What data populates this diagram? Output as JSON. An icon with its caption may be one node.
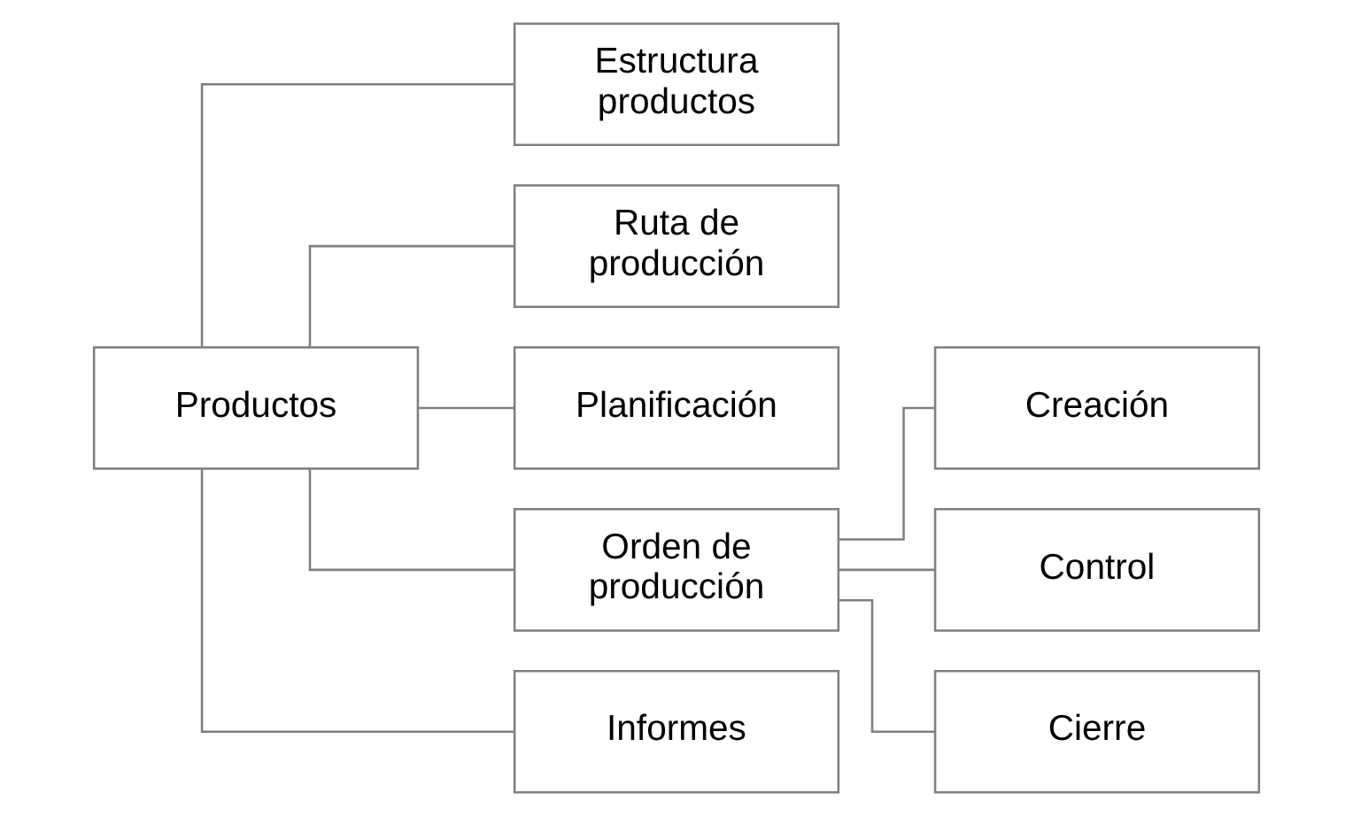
{
  "diagram": {
    "nodes": [
      {
        "text": [
          "Productos"
        ]
      },
      {
        "text": [
          "Estructura productos"
        ]
      },
      {
        "text": [
          "Ruta de producción"
        ]
      },
      {
        "text": [
          "Planificación"
        ]
      },
      {
        "text": [
          "Orden de producción"
        ]
      },
      {
        "text": [
          "Informes"
        ]
      },
      {
        "text": [
          "Creación"
        ]
      },
      {
        "text": [
          "Control"
        ]
      },
      {
        "text": [
          "Cierre"
        ]
      }
    ],
    "edges": [
      {
        "from": 0,
        "to": 1,
        "arrow": "none"
      },
      {
        "from": 0,
        "to": 2,
        "arrow": "none"
      },
      {
        "from": 0,
        "to": 3,
        "arrow": "none"
      },
      {
        "from": 0,
        "to": 4,
        "arrow": "none"
      },
      {
        "from": 0,
        "to": 5,
        "arrow": "none"
      },
      {
        "from": 4,
        "to": 6,
        "arrow": "none"
      },
      {
        "from": 4,
        "to": 7,
        "arrow": "none"
      },
      {
        "from": 4,
        "to": 8,
        "arrow": "none"
      }
    ]
  }
}
